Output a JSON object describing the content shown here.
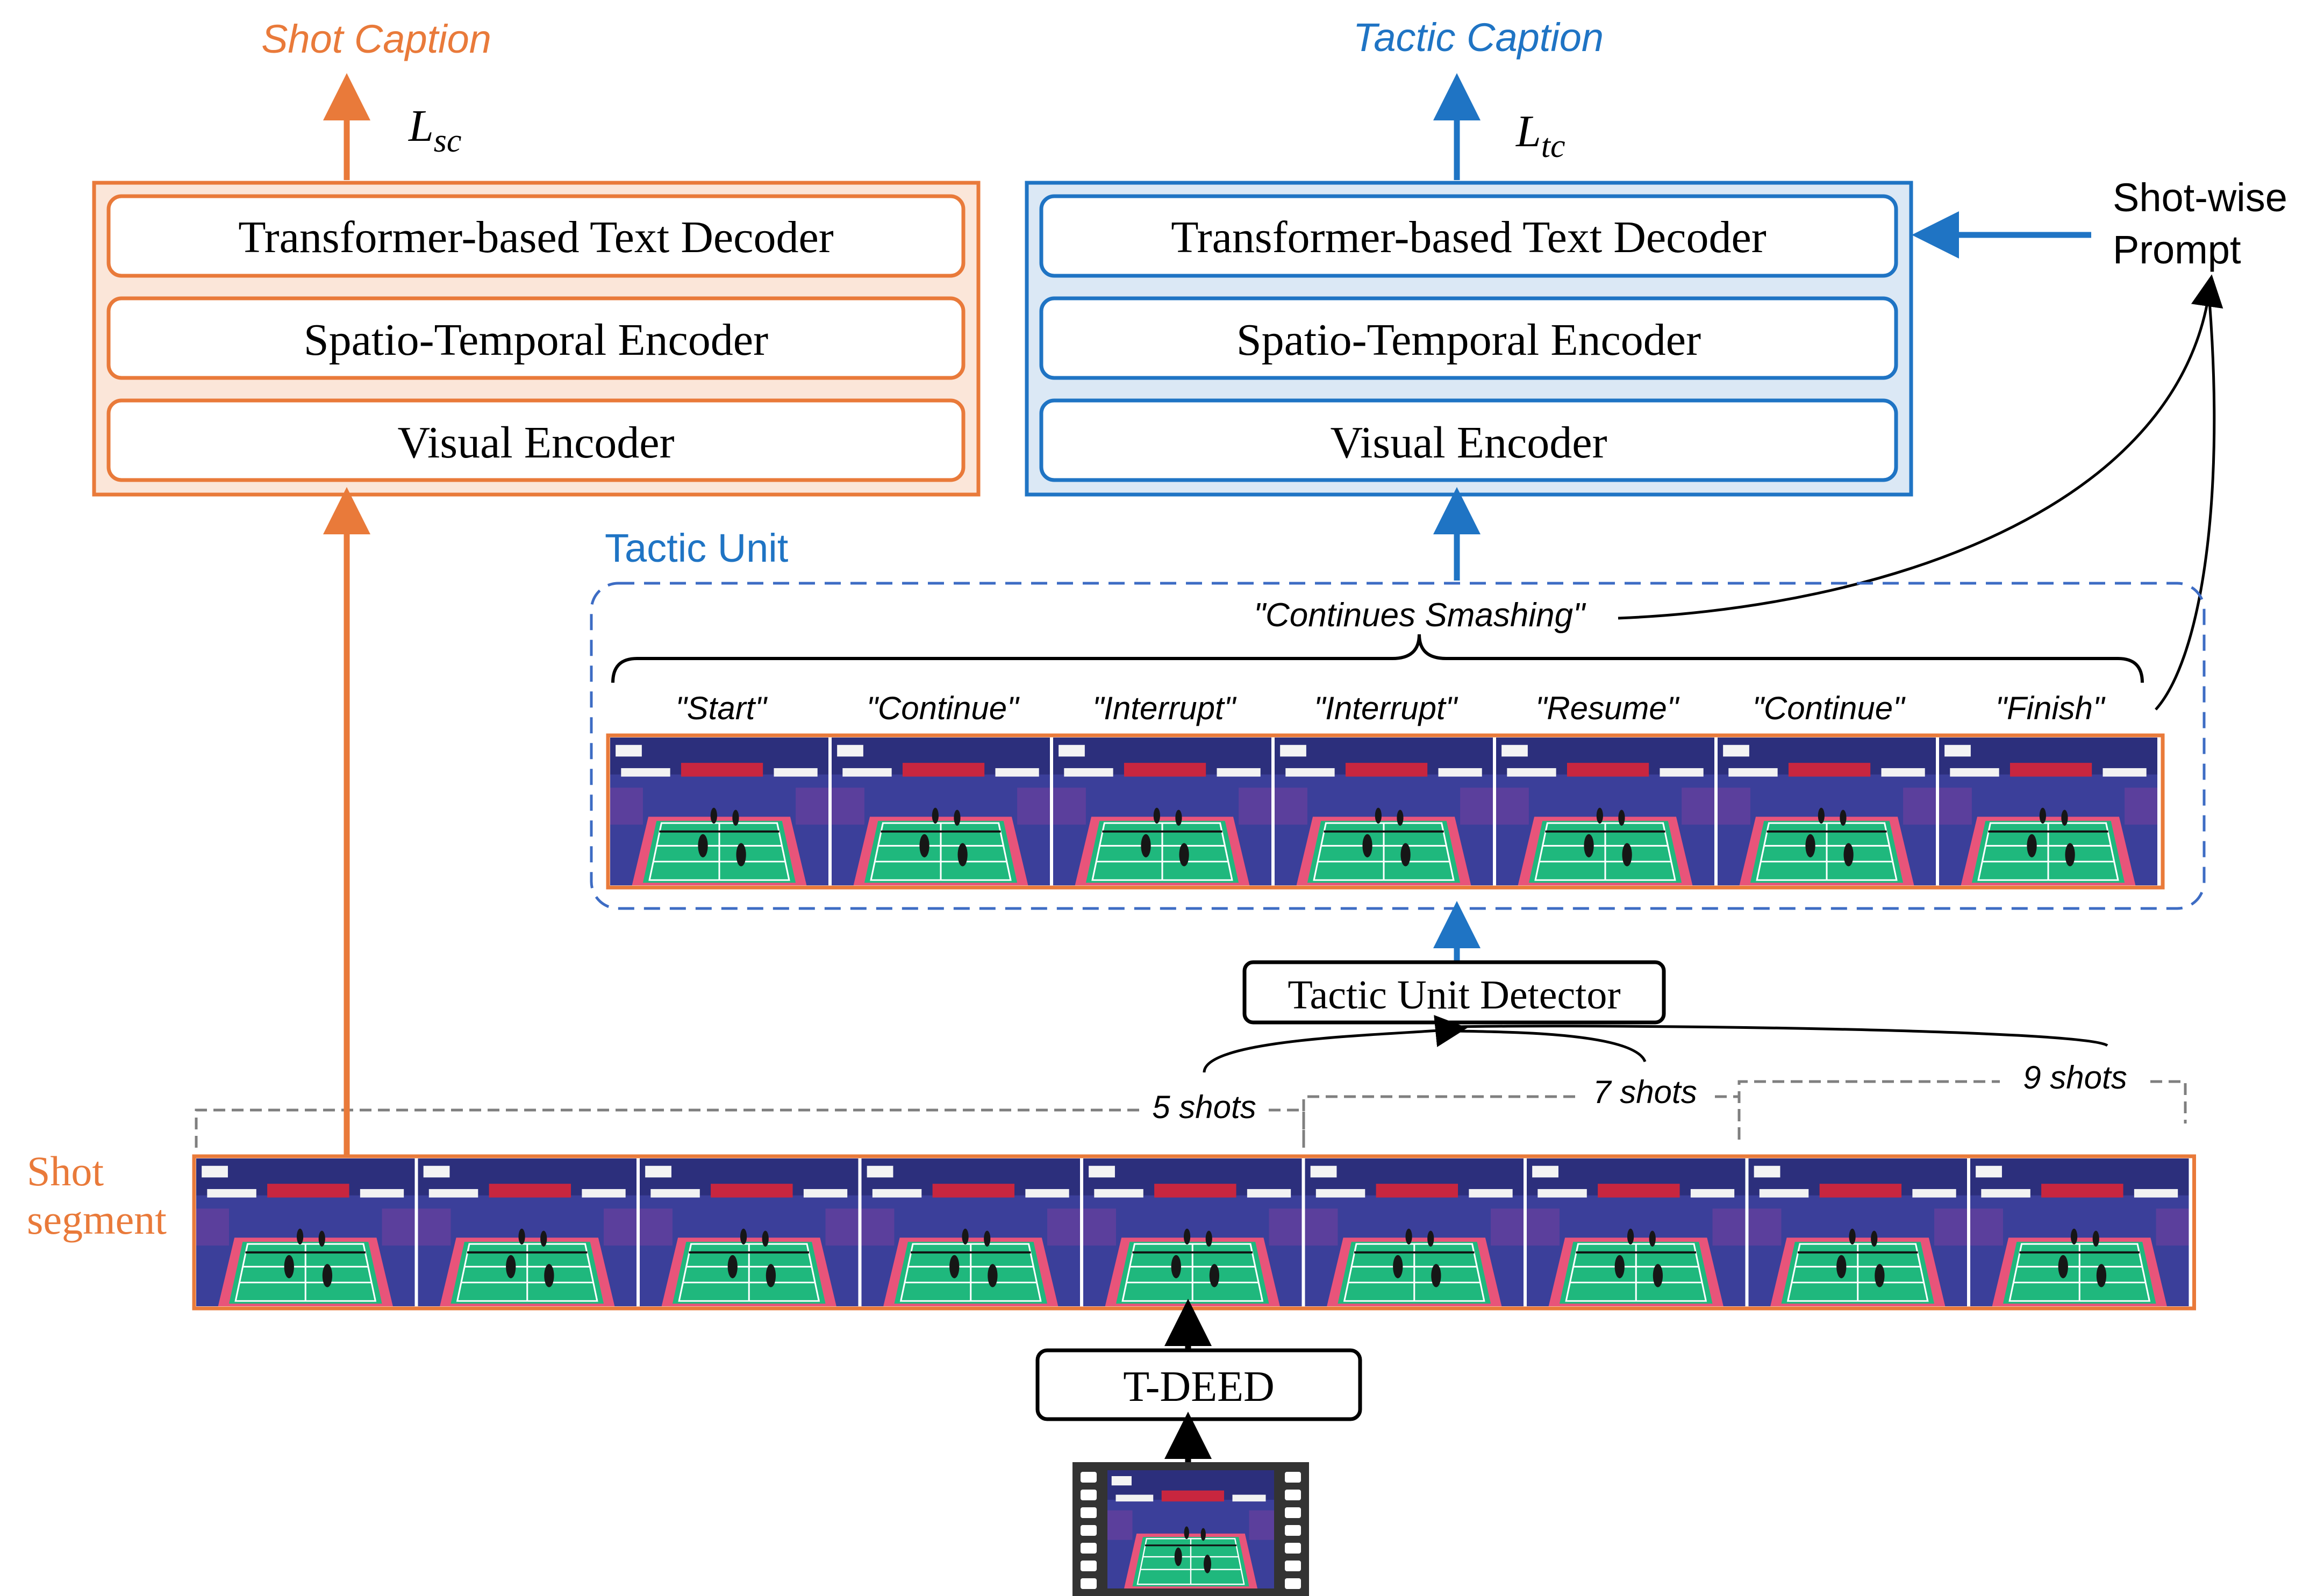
{
  "colors": {
    "orange": "#e97a3a",
    "orange_fill": "#fbe6d9",
    "blue": "#1f74c4",
    "blue_fill": "#dbe8f5",
    "dashed_blue": "#3d6cc4",
    "black": "#000000",
    "gray_dash": "#7f7f7f",
    "court_green": "#1fb87d",
    "court_border": "#e8547a",
    "arena_blue": "#3b3f9a"
  },
  "left_module": {
    "output_label": "Shot Caption",
    "loss_main": "L",
    "loss_sub": "sc",
    "decoder": "Transformer-based Text Decoder",
    "st_encoder": "Spatio-Temporal Encoder",
    "visual_encoder": "Visual Encoder"
  },
  "right_module": {
    "output_label": "Tactic Caption",
    "loss_main": "L",
    "loss_sub": "tc",
    "decoder": "Transformer-based Text Decoder",
    "st_encoder": "Spatio-Temporal Encoder",
    "visual_encoder": "Visual Encoder"
  },
  "prompt": {
    "line1": "Shot-wise",
    "line2": "Prompt"
  },
  "tactic_unit": {
    "title": "Tactic Unit",
    "summary": "\"Continues Smashing\"",
    "frame_labels": [
      "\"Start\"",
      "\"Continue\"",
      "\"Interrupt\"",
      "\"Interrupt\"",
      "\"Resume\"",
      "\"Continue\"",
      "\"Finish\""
    ]
  },
  "detector": {
    "label": "Tactic Unit Detector"
  },
  "windows": {
    "w5": "5 shots",
    "w7": "7 shots",
    "w9": "9 shots"
  },
  "shot_segment": {
    "line1": "Shot",
    "line2": "segment",
    "frame_count": 9
  },
  "tdeed": {
    "label": "T-DEED"
  },
  "video_icon": "film-strip-icon"
}
